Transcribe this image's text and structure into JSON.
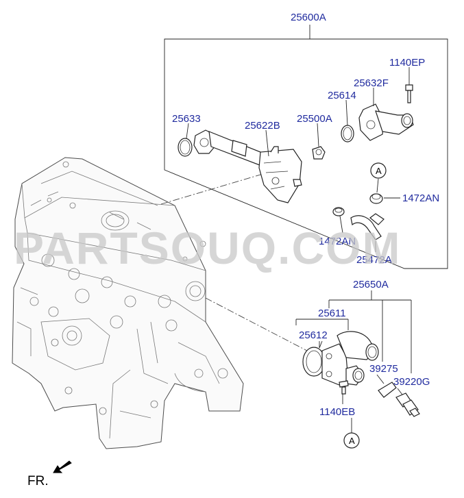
{
  "labels": {
    "assembly_top": "25600A",
    "bolt_top": "1140EP",
    "flange": "25632F",
    "gasket_right": "25614",
    "gasket_left": "25633",
    "pipe": "25622B",
    "plug": "25500A",
    "ref_a_top": "A",
    "clamp_right": "1472AN",
    "clamp_bottom": "1472AN",
    "hose": "25472A",
    "assembly_bottom": "25650A",
    "housing": "25611",
    "gasket_bottom": "25612",
    "clip": "39275",
    "sensor": "39220G",
    "bolt_bottom": "1140EB",
    "ref_a_bottom": "A"
  },
  "front_label": "FR.",
  "watermark": "PARTSOUQ.COM",
  "colors": {
    "label": "#1f2a9e",
    "watermark": "#c9c9c9"
  },
  "icons": {
    "front_arrow": "arrow-down-left-icon"
  }
}
